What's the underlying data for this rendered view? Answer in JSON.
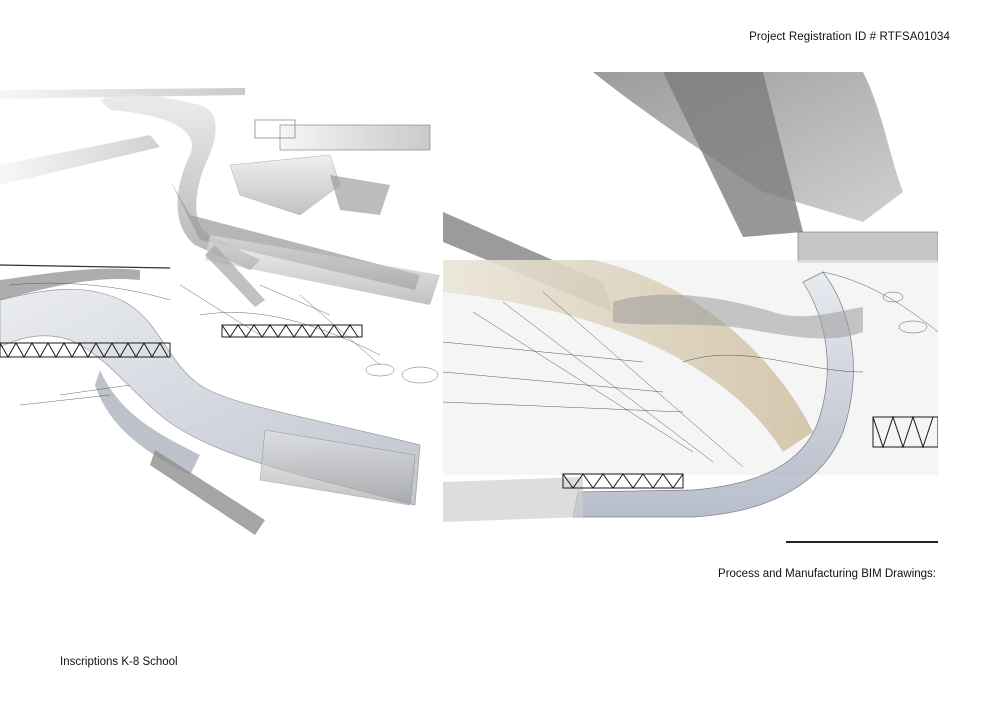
{
  "header": {
    "registration": "Project Registration ID #  RTFSA01034"
  },
  "caption": "Process and Manufacturing BIM Drawings:",
  "footer": {
    "school_name": "Inscriptions K-8 School"
  },
  "images": {
    "left": "bim-axonometric-underside-icon",
    "right": "bim-perspective-underside-icon"
  }
}
